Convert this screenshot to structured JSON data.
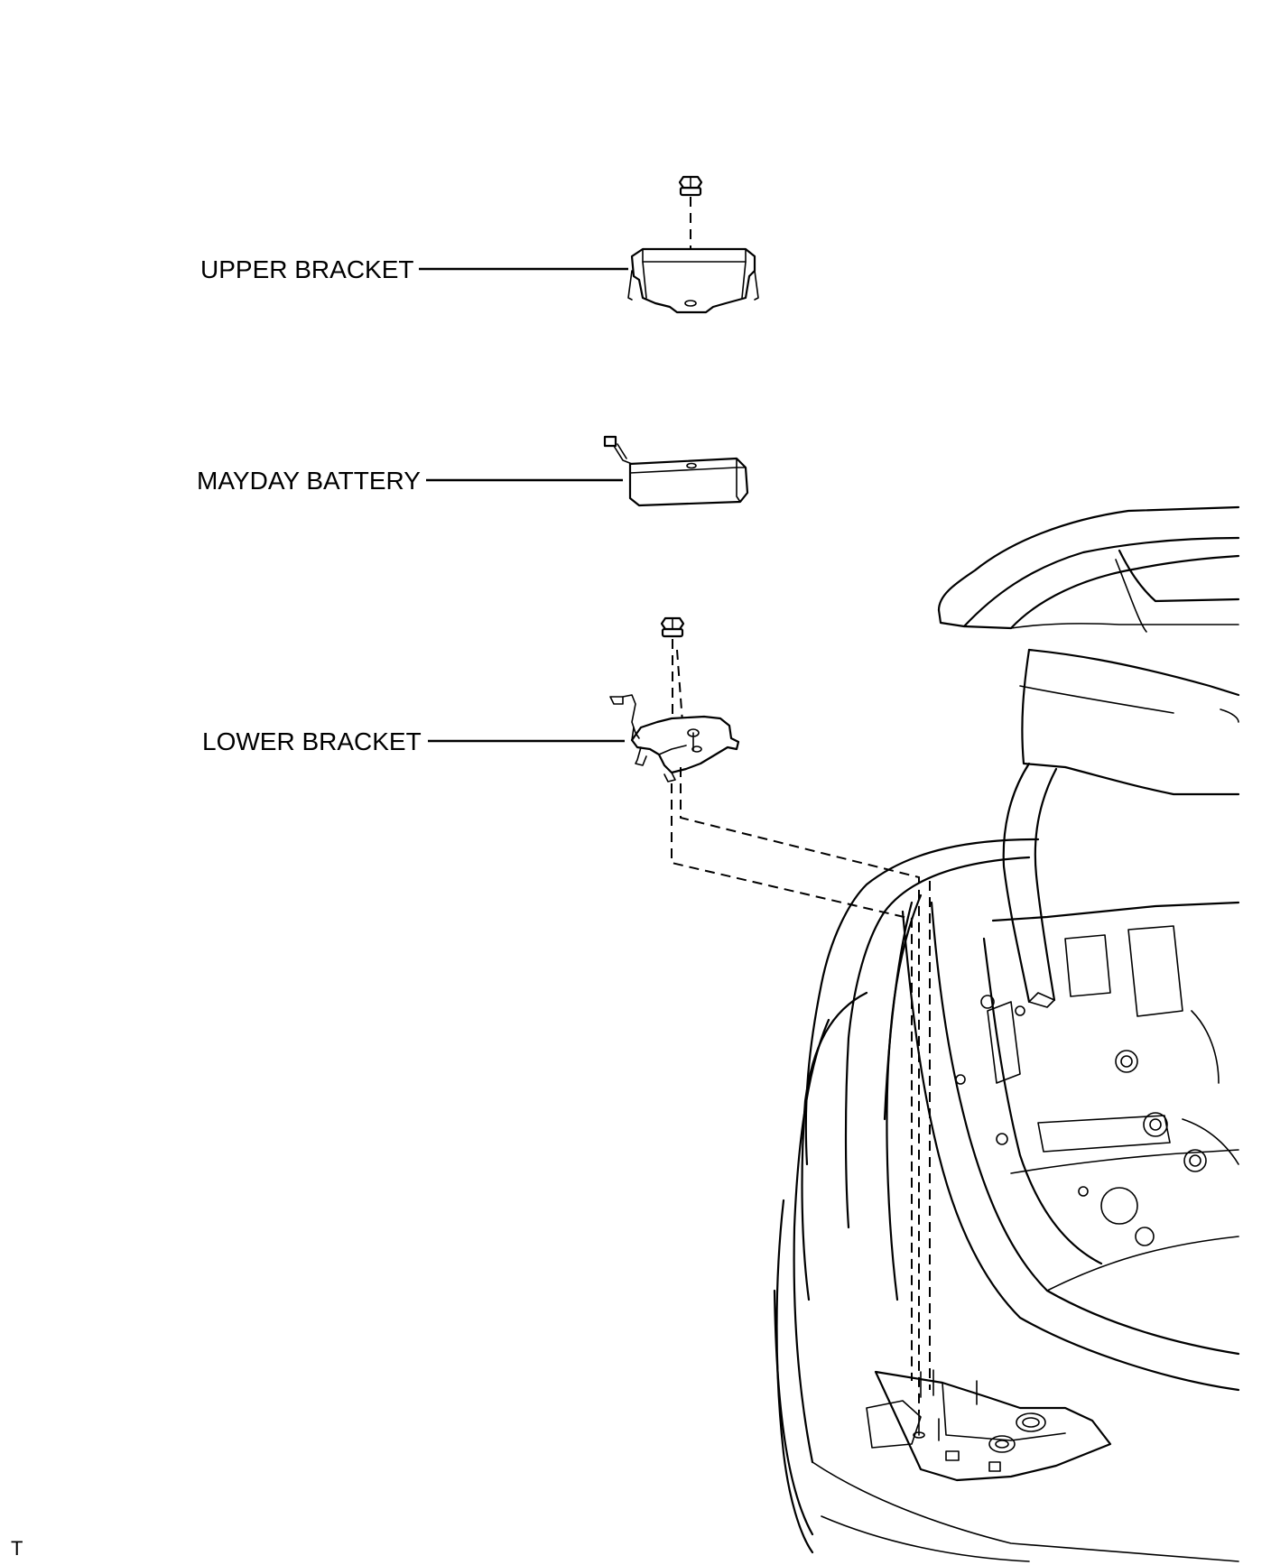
{
  "labels": {
    "upper_bracket": "UPPER BRACKET",
    "mayday_battery": "MAYDAY BATTERY",
    "lower_bracket": "LOWER BRACKET"
  },
  "corner_mark": "T"
}
